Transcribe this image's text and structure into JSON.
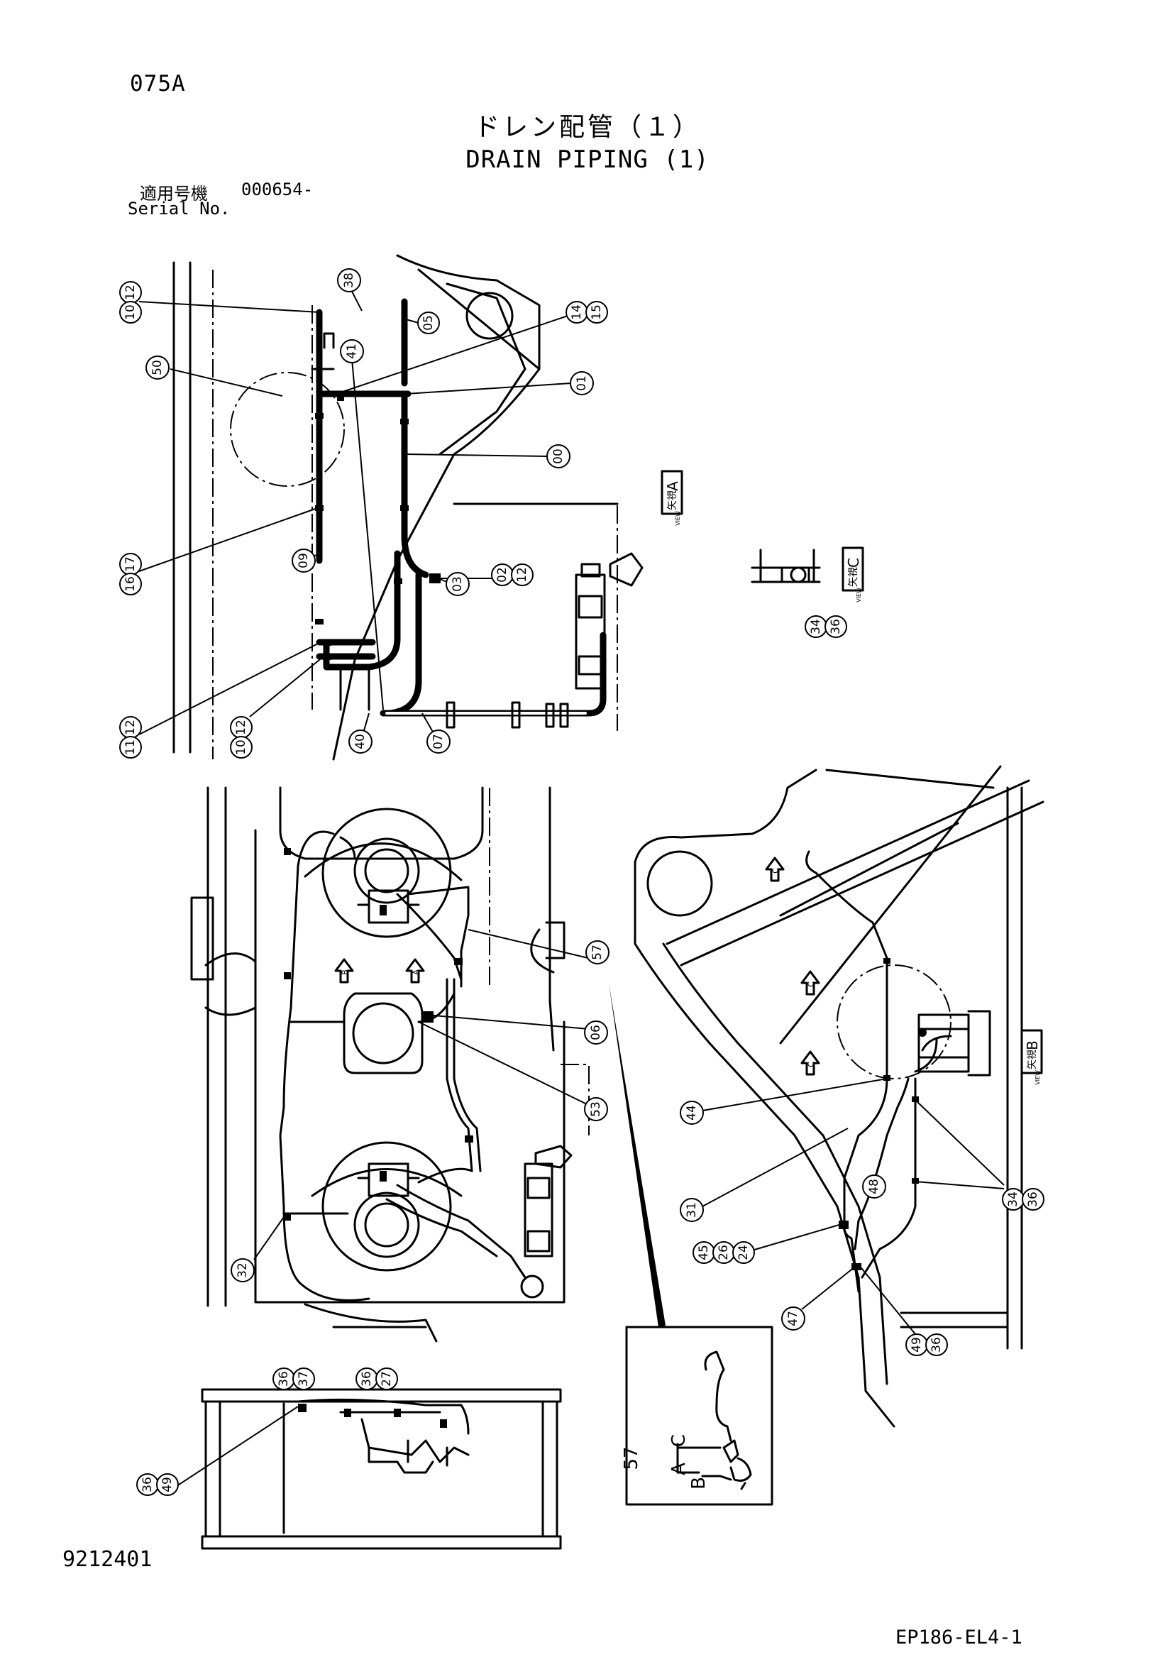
{
  "header": {
    "page_code": "075A",
    "title_jp": "ドレン配管（１）",
    "title_en": "DRAIN PIPING (1)",
    "serial_label_jp": "適用号機",
    "serial_value": "000654-",
    "serial_label_en": "Serial No."
  },
  "footer": {
    "doc_number": "9212401",
    "drawing_code": "EP186-EL4-1"
  },
  "view_tags": {
    "view_a": {
      "kanji": "矢視",
      "latin": "VIEW",
      "letter": "A"
    },
    "view_b": {
      "kanji": "矢視",
      "latin": "VIEW",
      "letter": "B"
    },
    "view_c": {
      "kanji": "矢視",
      "latin": "VIEW",
      "letter": "C"
    }
  },
  "arrows": {
    "a": "A",
    "b": "B",
    "c1": "C",
    "c2": "C",
    "c3": "C"
  },
  "detail_57": {
    "part": "57",
    "a": "A",
    "b": "B",
    "c": "C"
  },
  "callouts": {
    "p38": "38",
    "p12a": "12",
    "p10a": "10",
    "p05": "05",
    "p14": "14",
    "p15": "15",
    "p50": "50",
    "p01": "01",
    "p00": "00",
    "p17": "17",
    "p16": "16",
    "p09": "09",
    "p41": "41",
    "p03": "03",
    "p02": "02",
    "p12b": "12",
    "p12c": "12",
    "p11": "11",
    "p12d": "12",
    "p10b": "10",
    "p40": "40",
    "p07": "07",
    "p34a": "34",
    "p36a": "36",
    "p57": "57",
    "p06": "06",
    "p53": "53",
    "p32": "32",
    "p44": "44",
    "p31": "31",
    "p48": "48",
    "p45": "45",
    "p26": "26",
    "p24": "24",
    "p34b": "34",
    "p36b": "36",
    "p47": "47",
    "p49a": "49",
    "p36c": "36",
    "p36d": "36",
    "p37": "37",
    "p36e": "36",
    "p27": "27",
    "p36f": "36",
    "p49b": "49"
  }
}
